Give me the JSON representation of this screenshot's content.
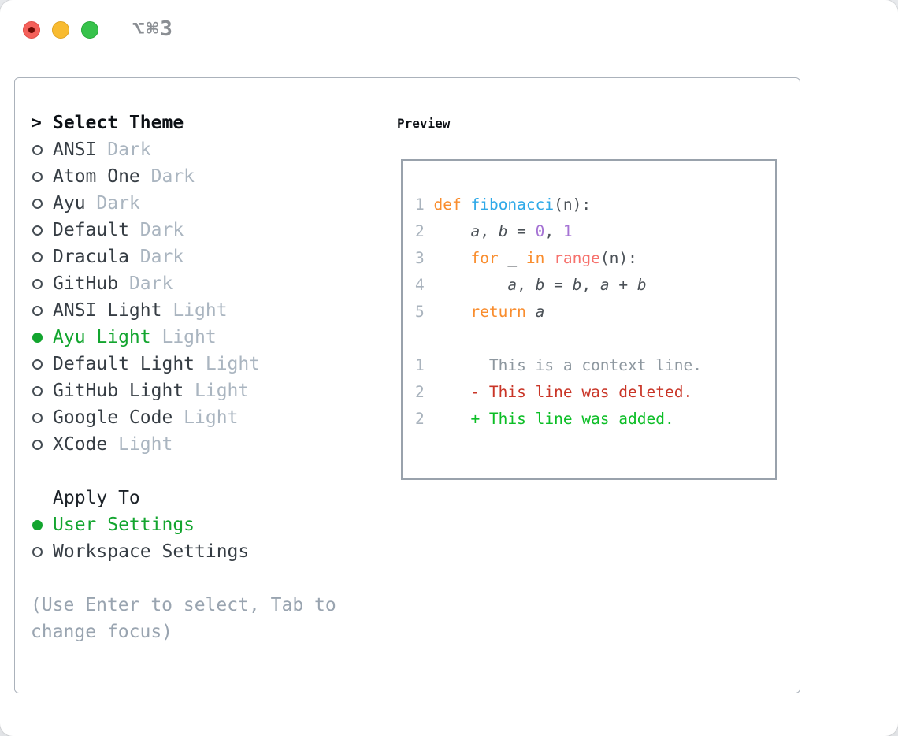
{
  "window": {
    "title": "⌥⌘3"
  },
  "theme_picker": {
    "header_prefix": ">",
    "header": "Select Theme",
    "items": [
      {
        "name": "ANSI",
        "variant": "Dark",
        "selected": false
      },
      {
        "name": "Atom One",
        "variant": "Dark",
        "selected": false
      },
      {
        "name": "Ayu",
        "variant": "Dark",
        "selected": false
      },
      {
        "name": "Default",
        "variant": "Dark",
        "selected": false
      },
      {
        "name": "Dracula",
        "variant": "Dark",
        "selected": false
      },
      {
        "name": "GitHub",
        "variant": "Dark",
        "selected": false
      },
      {
        "name": "ANSI Light",
        "variant": "Light",
        "selected": false
      },
      {
        "name": "Ayu Light",
        "variant": "Light",
        "selected": true
      },
      {
        "name": "Default Light",
        "variant": "Light",
        "selected": false
      },
      {
        "name": "GitHub Light",
        "variant": "Light",
        "selected": false
      },
      {
        "name": "Google Code",
        "variant": "Light",
        "selected": false
      },
      {
        "name": "XCode",
        "variant": "Light",
        "selected": false
      }
    ]
  },
  "apply_to": {
    "header": "Apply To",
    "options": [
      {
        "label": "User Settings",
        "selected": true
      },
      {
        "label": "Workspace Settings",
        "selected": false
      }
    ]
  },
  "hint": "(Use Enter to select, Tab to change focus)",
  "preview": {
    "header": "Preview",
    "code_lines": [
      {
        "num": "1",
        "tokens": [
          {
            "t": "def",
            "c": "keyword"
          },
          {
            "t": " ",
            "c": "plain"
          },
          {
            "t": "fibonacci",
            "c": "function"
          },
          {
            "t": "(n):",
            "c": "plain"
          }
        ]
      },
      {
        "num": "2",
        "tokens": [
          {
            "t": "    ",
            "c": "plain"
          },
          {
            "t": "a",
            "c": "var"
          },
          {
            "t": ", ",
            "c": "plain"
          },
          {
            "t": "b",
            "c": "var"
          },
          {
            "t": " = ",
            "c": "plain"
          },
          {
            "t": "0",
            "c": "number"
          },
          {
            "t": ", ",
            "c": "plain"
          },
          {
            "t": "1",
            "c": "number"
          }
        ]
      },
      {
        "num": "3",
        "tokens": [
          {
            "t": "    ",
            "c": "plain"
          },
          {
            "t": "for",
            "c": "keyword"
          },
          {
            "t": " _ ",
            "c": "plain"
          },
          {
            "t": "in",
            "c": "keyword"
          },
          {
            "t": " ",
            "c": "plain"
          },
          {
            "t": "range",
            "c": "builtin"
          },
          {
            "t": "(n):",
            "c": "plain"
          }
        ]
      },
      {
        "num": "4",
        "tokens": [
          {
            "t": "        ",
            "c": "plain"
          },
          {
            "t": "a",
            "c": "var"
          },
          {
            "t": ", ",
            "c": "plain"
          },
          {
            "t": "b",
            "c": "var"
          },
          {
            "t": " = ",
            "c": "plain"
          },
          {
            "t": "b",
            "c": "var"
          },
          {
            "t": ", ",
            "c": "plain"
          },
          {
            "t": "a",
            "c": "var"
          },
          {
            "t": " + ",
            "c": "plain"
          },
          {
            "t": "b",
            "c": "var"
          }
        ]
      },
      {
        "num": "5",
        "tokens": [
          {
            "t": "    ",
            "c": "plain"
          },
          {
            "t": "return",
            "c": "keyword"
          },
          {
            "t": " ",
            "c": "plain"
          },
          {
            "t": "a",
            "c": "var"
          }
        ]
      },
      {
        "num": "",
        "tokens": []
      },
      {
        "num": "1",
        "tokens": [
          {
            "t": "      This is a context line.",
            "c": "context"
          }
        ]
      },
      {
        "num": "2",
        "tokens": [
          {
            "t": "    - This line was deleted.",
            "c": "deleted"
          }
        ]
      },
      {
        "num": "2",
        "tokens": [
          {
            "t": "    + This line was added.",
            "c": "added"
          }
        ]
      }
    ]
  },
  "colors": {
    "selection_green": "#13a52f",
    "keyword_orange": "#f98d2e",
    "function_blue": "#2fa9e8",
    "builtin_salmon": "#f6716c",
    "number_purple": "#a573d4",
    "diff_deleted_red": "#c93527",
    "diff_added_green": "#0cbe26",
    "context_gray": "#8d979f",
    "line_number_gray": "#a9b3bd",
    "secondary_gray": "#aab5c0",
    "hint_gray": "#99a4b0"
  }
}
